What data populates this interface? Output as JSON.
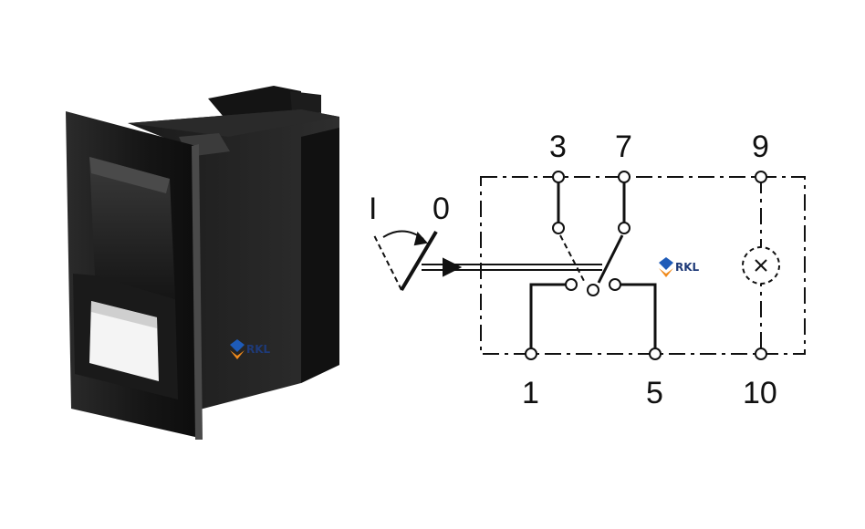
{
  "diagram": {
    "terminals_top": [
      "3",
      "7",
      "9"
    ],
    "terminals_bottom": [
      "1",
      "5",
      "10"
    ],
    "positions": [
      "I",
      "0"
    ]
  },
  "watermark": {
    "text": "RKL"
  },
  "colors": {
    "line": "#111111",
    "housing": "#1b1b1b",
    "window": "#f4f4f4",
    "logo_blue": "#1e5bb8",
    "logo_orange": "#f08a1c"
  }
}
